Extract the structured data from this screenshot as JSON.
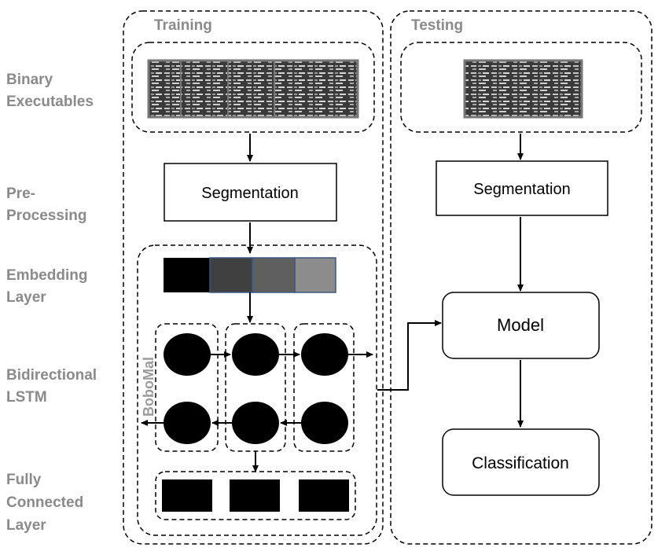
{
  "side_labels": {
    "binary": [
      "Binary",
      "Executables"
    ],
    "preprocessing": [
      "Pre-",
      "Processing"
    ],
    "embedding": [
      "Embedding",
      "Layer"
    ],
    "lstm": [
      "Bidirectional",
      "LSTM"
    ],
    "fc": [
      "Fully",
      "Connected",
      "Layer"
    ]
  },
  "training": {
    "title": "Training",
    "segmentation": "Segmentation",
    "model_name": "BoboMal",
    "embedding_colors": [
      "#000000",
      "#404040",
      "#5f5f5f",
      "#8c8c8c"
    ]
  },
  "testing": {
    "title": "Testing",
    "segmentation": "Segmentation",
    "model": "Model",
    "classification": "Classification"
  }
}
